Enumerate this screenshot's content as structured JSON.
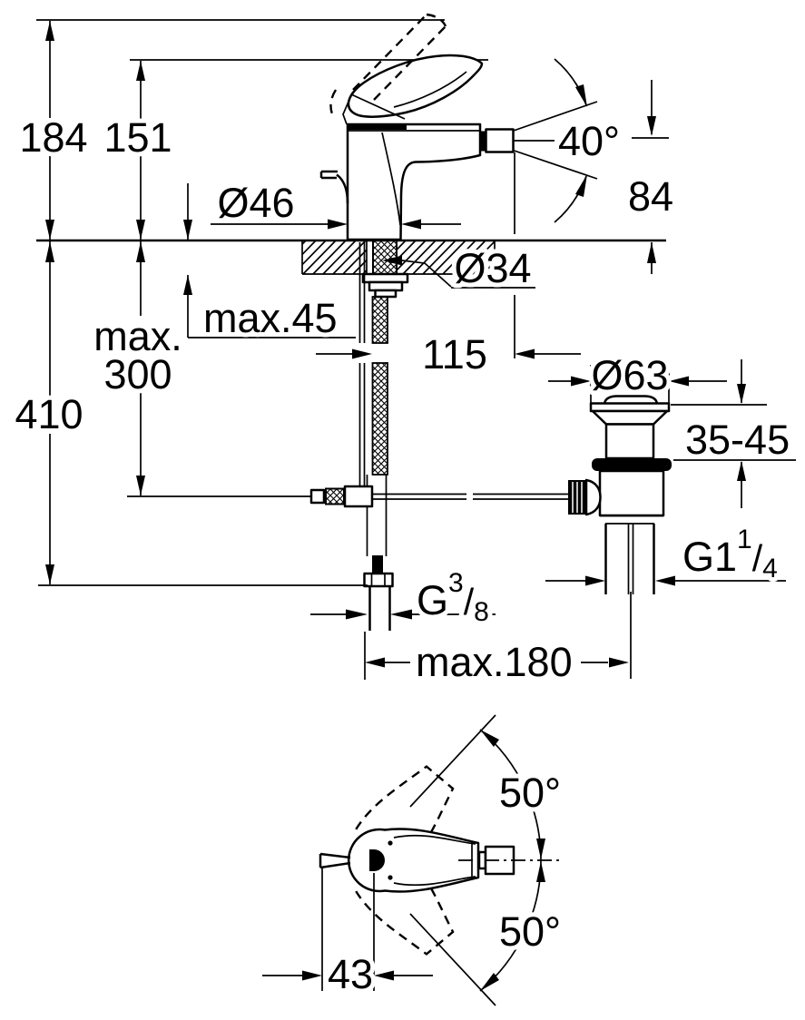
{
  "figure": {
    "type": "technical-dimension-drawing",
    "subject": "single-lever bidet mixer faucet with pop-up waste, side elevation and top rotation view",
    "background_color": "#ffffff",
    "line_color": "#000000"
  },
  "side_view": {
    "dims": {
      "d184": "184",
      "d151": "151",
      "d46": "Ø46",
      "d40": "40°",
      "d84": "84",
      "d34": "Ø34",
      "max45": "max.45",
      "max300_1": "max.",
      "max300_2": "300",
      "d410": "410",
      "d115": "115",
      "d63": "Ø63",
      "d35_45": "35-45",
      "g114_base": "G1",
      "g114_sup": "1",
      "g114_slash": "/",
      "g114_sub": "4",
      "g38_base": "G",
      "g38_sup": "3",
      "g38_slash": "/",
      "g38_sub": "8",
      "max180": "max.180"
    }
  },
  "top_view": {
    "dims": {
      "d50_upper": "50°",
      "d50_lower": "50°",
      "d43": "43"
    }
  }
}
